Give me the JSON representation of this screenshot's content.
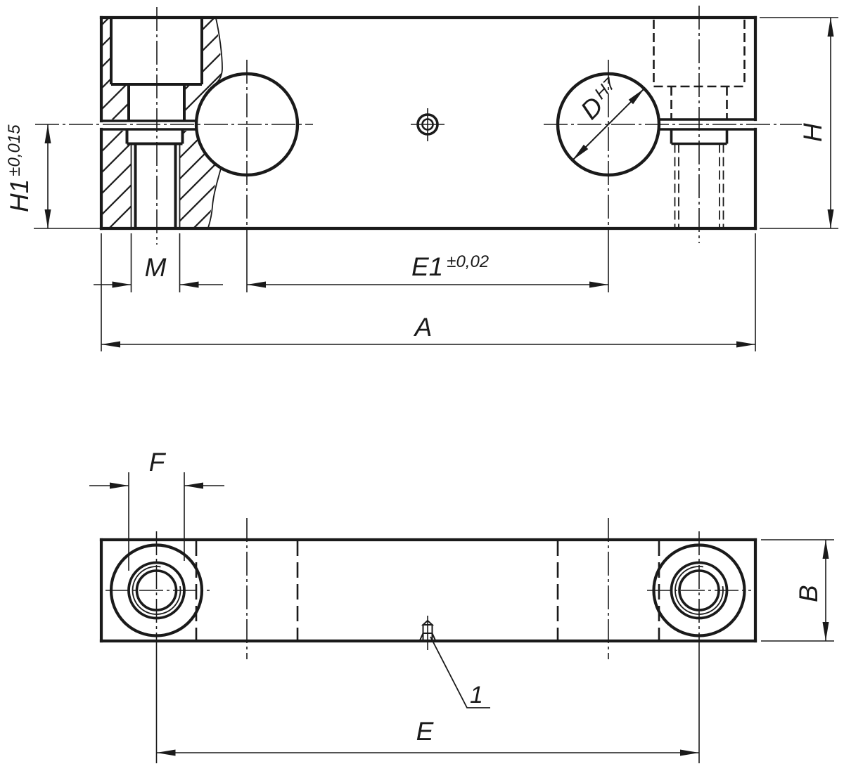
{
  "drawing": {
    "background": "#ffffff",
    "line_color": "#1a1a1a",
    "type": "technical-drawing-two-views-clamp-block",
    "front_view": {
      "dims": {
        "h1": {
          "label": "H1",
          "tolerance": "±0,015"
        },
        "m": {
          "label": "M"
        },
        "e1": {
          "label": "E1",
          "tolerance": "±0,02"
        },
        "a": {
          "label": "A"
        },
        "h": {
          "label": "H"
        },
        "d": {
          "label": "D",
          "tolerance": "H7"
        }
      }
    },
    "bottom_view": {
      "dims": {
        "f": {
          "label": "F"
        },
        "e": {
          "label": "E"
        },
        "b": {
          "label": "B"
        }
      },
      "item": {
        "label": "1"
      }
    }
  }
}
